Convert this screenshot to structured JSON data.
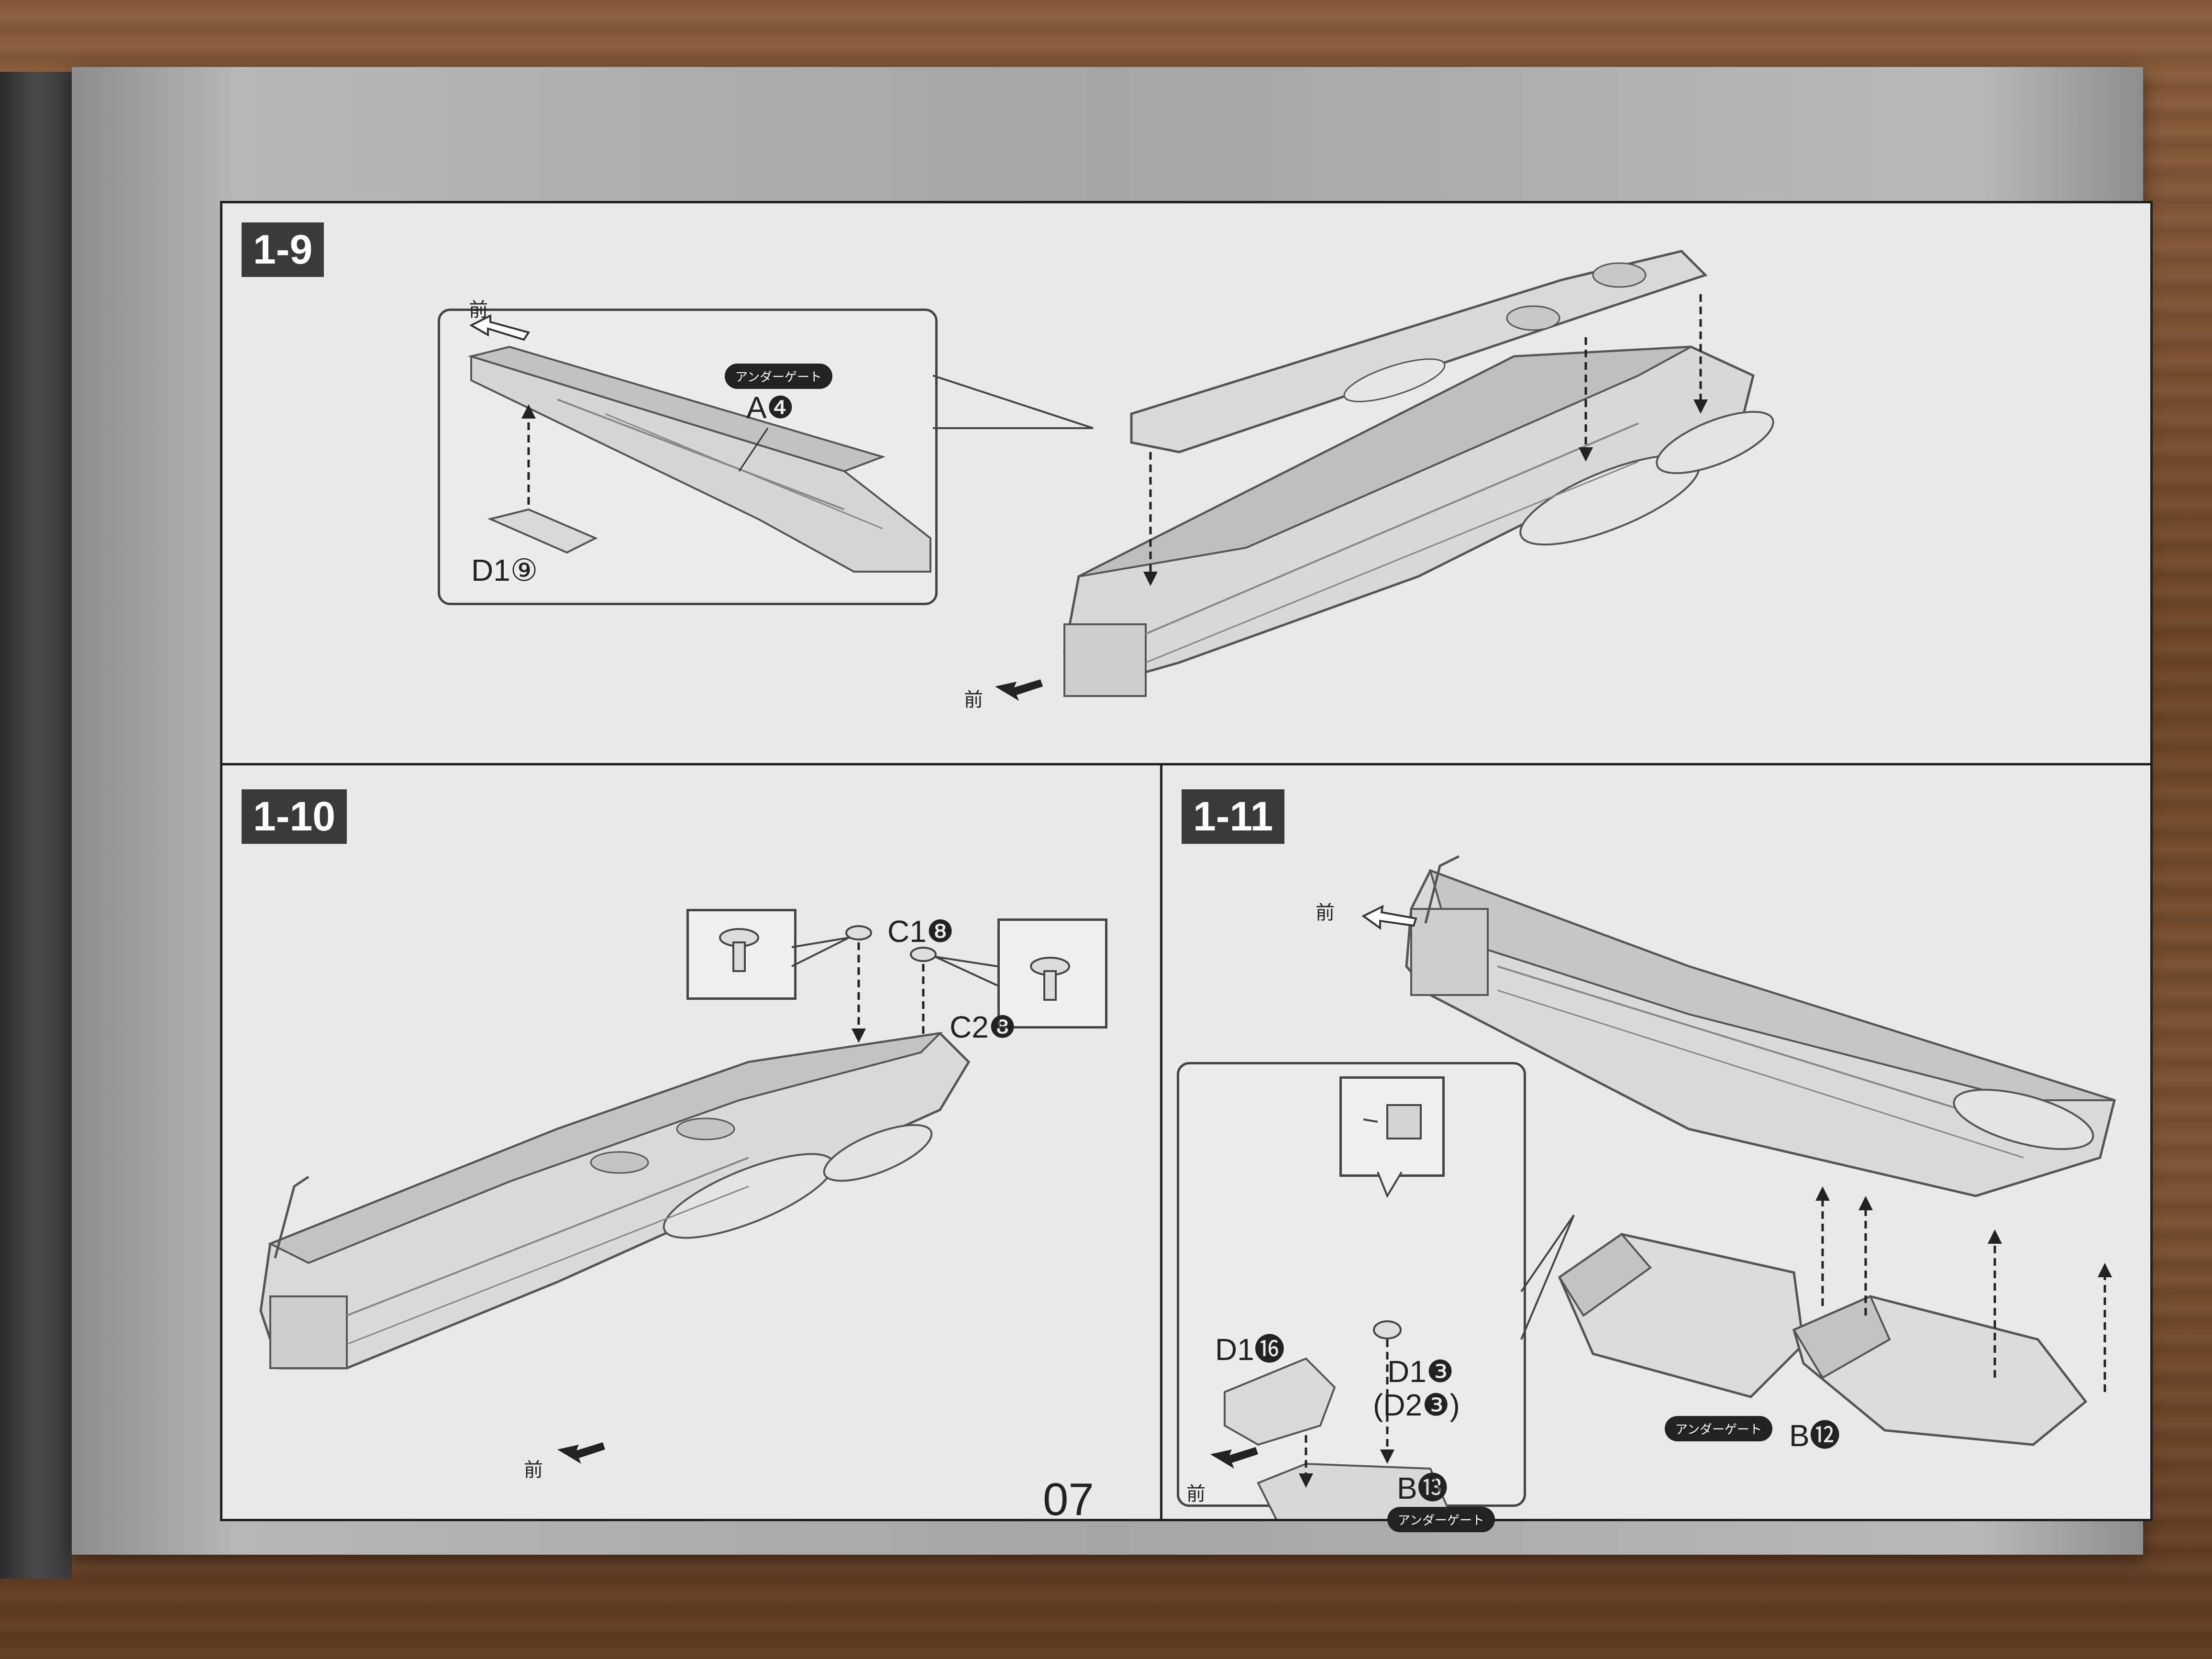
{
  "page_number": "07",
  "steps": [
    {
      "id": "1-9",
      "front_label_inset": "前",
      "front_label_main": "前",
      "gate_badge": "アンダーゲート",
      "part_a": "A❹",
      "part_d": "D1⑨"
    },
    {
      "id": "1-10",
      "front_label": "前",
      "part_c1": "C1❽",
      "part_c2": "C2❽"
    },
    {
      "id": "1-11",
      "front_label_top": "前",
      "front_label_bottom": "前",
      "part_d1_16": "D1⓰",
      "part_d1_3": "D1❸",
      "part_d2_3": "(D2❸)",
      "part_b13": "B⓭",
      "part_b12": "B⓬",
      "gate_badge_b13": "アンダーゲート",
      "gate_badge_b12": "アンダーゲート"
    }
  ]
}
